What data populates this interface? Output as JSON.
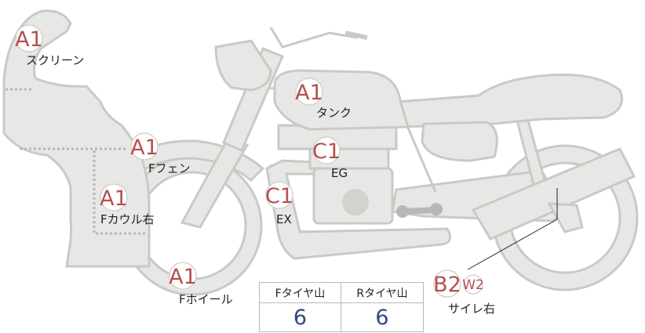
{
  "parts": [
    {
      "id": "screen",
      "grade": "A1",
      "label": "スクリーン"
    },
    {
      "id": "tank",
      "grade": "A1",
      "label": "タンク"
    },
    {
      "id": "engine",
      "grade": "C1",
      "label": "EG"
    },
    {
      "id": "front-fender",
      "grade": "A1",
      "label": "Fフェン"
    },
    {
      "id": "front-cowl-right",
      "grade": "A1",
      "label": "Fカウル右"
    },
    {
      "id": "exhaust",
      "grade": "C1",
      "label": "EX"
    },
    {
      "id": "front-wheel",
      "grade": "A1",
      "label": "Fホイール"
    },
    {
      "id": "silencer-right",
      "grade": "B2",
      "grade_extra": "W2",
      "label": "サイレ右"
    }
  ],
  "tire_table": {
    "headers": [
      "Fタイヤ山",
      "Rタイヤ山"
    ],
    "values": [
      "6",
      "6"
    ]
  }
}
